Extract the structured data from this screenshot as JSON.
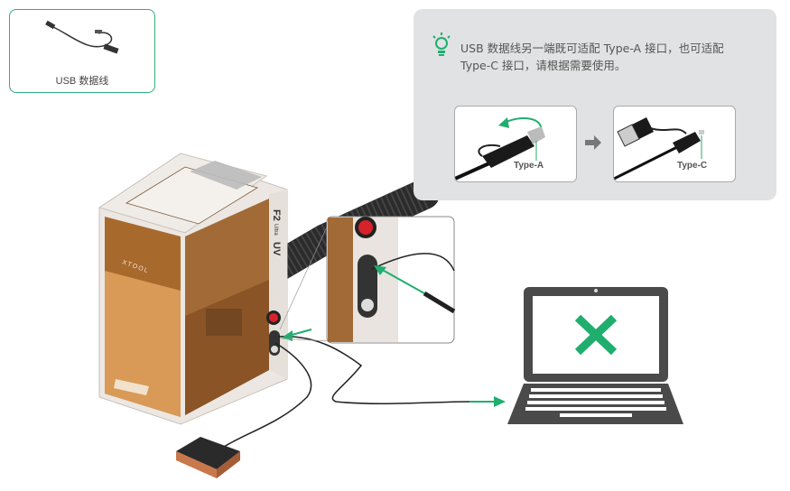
{
  "usb_card": {
    "label": "USB 数据线",
    "icon": "usb-cable-icon"
  },
  "callout": {
    "icon": "lightbulb-icon",
    "tip_line1": "USB 数据线另一端既可适配 Type-A 接口，也可适配",
    "tip_line2": "Type-C 接口，请根据需要使用。",
    "panel_a_label": "Type-A",
    "panel_c_label": "Type-C"
  },
  "machine": {
    "brand": "XTOOL",
    "model_main": "F2",
    "model_sub": "Ultra",
    "model_suffix": "UV"
  },
  "colors": {
    "accent": "#1fae6e",
    "callout_bg": "#e1e2e3",
    "laptop": "#4a4a4a",
    "amber": "#b87a3c"
  }
}
